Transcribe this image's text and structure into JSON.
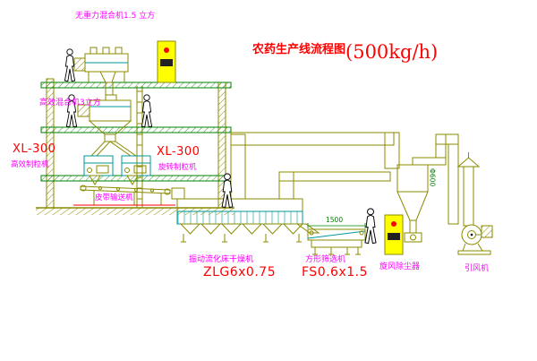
{
  "title": {
    "text": "农药生产线流程图",
    "capacity": "(500kg/h)"
  },
  "labels": {
    "mixer_top": "无重力混合机1.5 立方",
    "mixer_mid": "高效混合机3立方",
    "granulator_left_model": "XL-300",
    "granulator_left": "高效制粒机",
    "granulator_right_model": "XL-300",
    "granulator_right": "旋转制粒机",
    "belt_conveyor": "皮带输送机",
    "fluid_bed_dryer": "振动流化床干燥机",
    "fluid_bed_dryer_model": "ZLG6x0.75",
    "square_sieve": "方形筛选机",
    "square_sieve_model": "FS0.6x1.5",
    "cyclone": "旋风除尘器",
    "induced_draft_fan": "引风机"
  },
  "dimensions": {
    "sieve_length": "1500",
    "duct_diameter": "Φ600"
  },
  "colors": {
    "label": "#ff00ff",
    "model_text": "#ff0000",
    "title_text": "#ff0000",
    "structure": "#8b8b00",
    "floor": "#008000",
    "equipment_accent": "#009999",
    "panel": "#ffff00",
    "background": "#ffffff"
  },
  "icons": {
    "person": "person-figure",
    "control_panel": "control-panel"
  }
}
